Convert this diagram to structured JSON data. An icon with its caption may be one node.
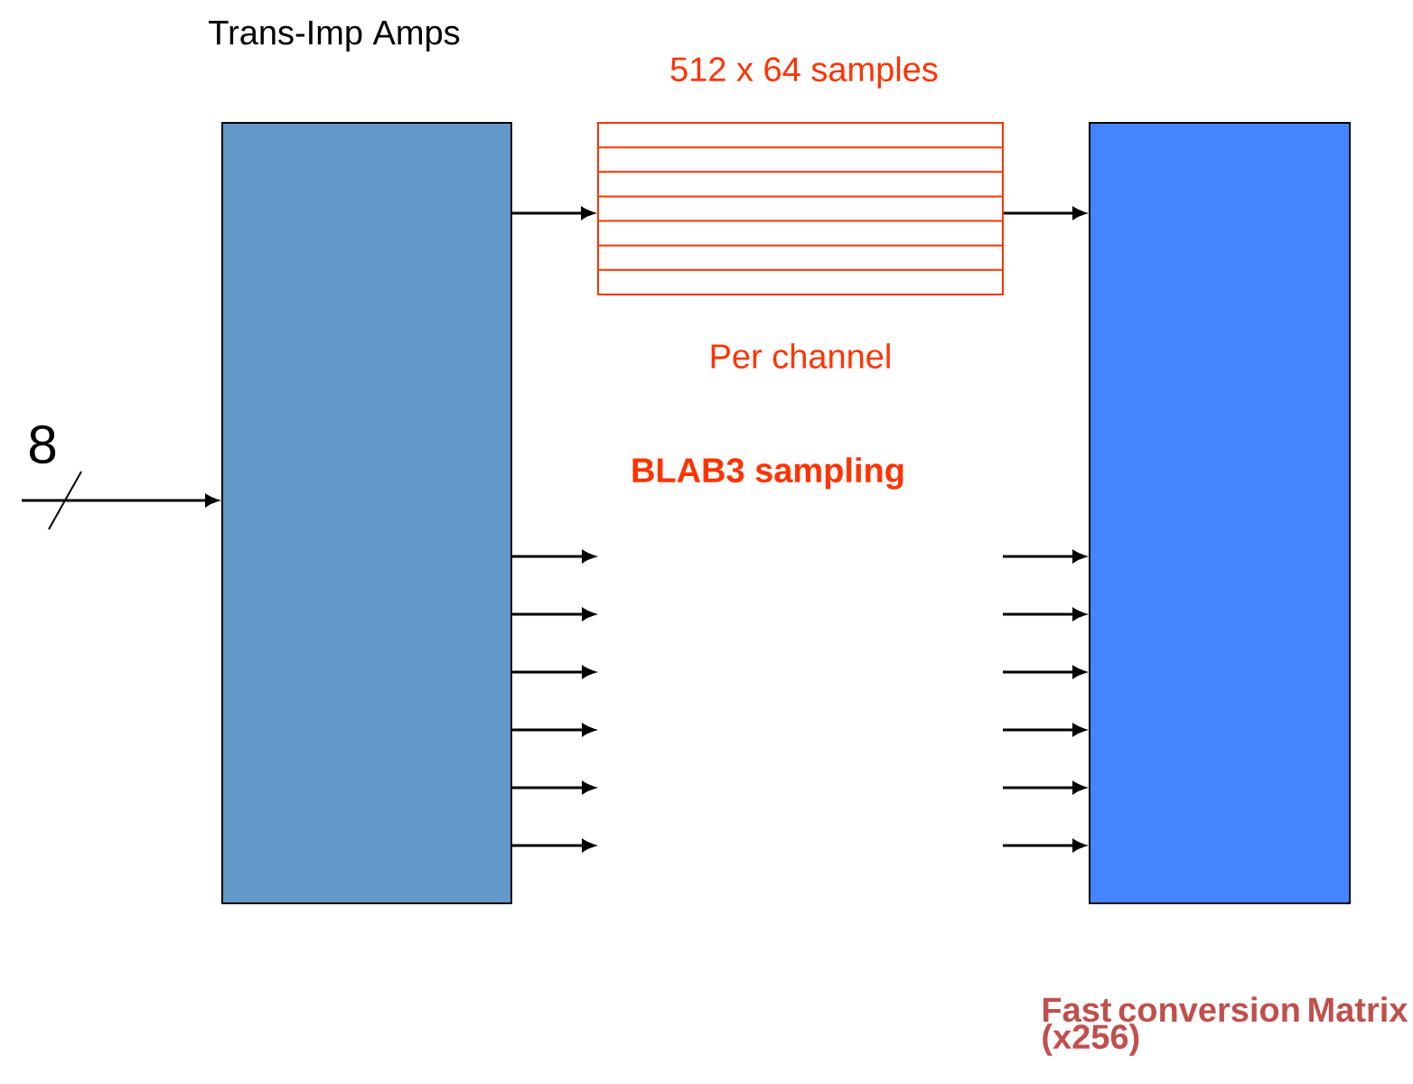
{
  "diagram": {
    "nodes": [
      {
        "text": [
          "Trans-Imp Amps"
        ]
      },
      {
        "text": [
          "512 x 64 samples"
        ],
        "beside": [
          "Per channel"
        ]
      },
      {
        "text": [
          "Fast conversion Matrix (x256)"
        ]
      }
    ],
    "edges": [
      {
        "from": null,
        "to": 0,
        "arrow": "to",
        "label": "8"
      },
      {
        "from": 0,
        "to": 1,
        "arrow": "to"
      },
      {
        "from": 1,
        "to": 2,
        "arrow": "to"
      },
      {
        "from": 0,
        "to": null,
        "arrow": "to"
      },
      {
        "from": 0,
        "to": null,
        "arrow": "to"
      },
      {
        "from": 0,
        "to": null,
        "arrow": "to"
      },
      {
        "from": 0,
        "to": null,
        "arrow": "to"
      },
      {
        "from": 0,
        "to": null,
        "arrow": "to"
      },
      {
        "from": 0,
        "to": null,
        "arrow": "to"
      },
      {
        "from": null,
        "to": 2,
        "arrow": "to"
      },
      {
        "from": null,
        "to": 2,
        "arrow": "to"
      },
      {
        "from": null,
        "to": 2,
        "arrow": "to"
      },
      {
        "from": null,
        "to": 2,
        "arrow": "to"
      },
      {
        "from": null,
        "to": 2,
        "arrow": "to"
      },
      {
        "from": null,
        "to": 2,
        "arrow": "to"
      }
    ],
    "labels": [
      "BLAB3 sampling"
    ]
  }
}
